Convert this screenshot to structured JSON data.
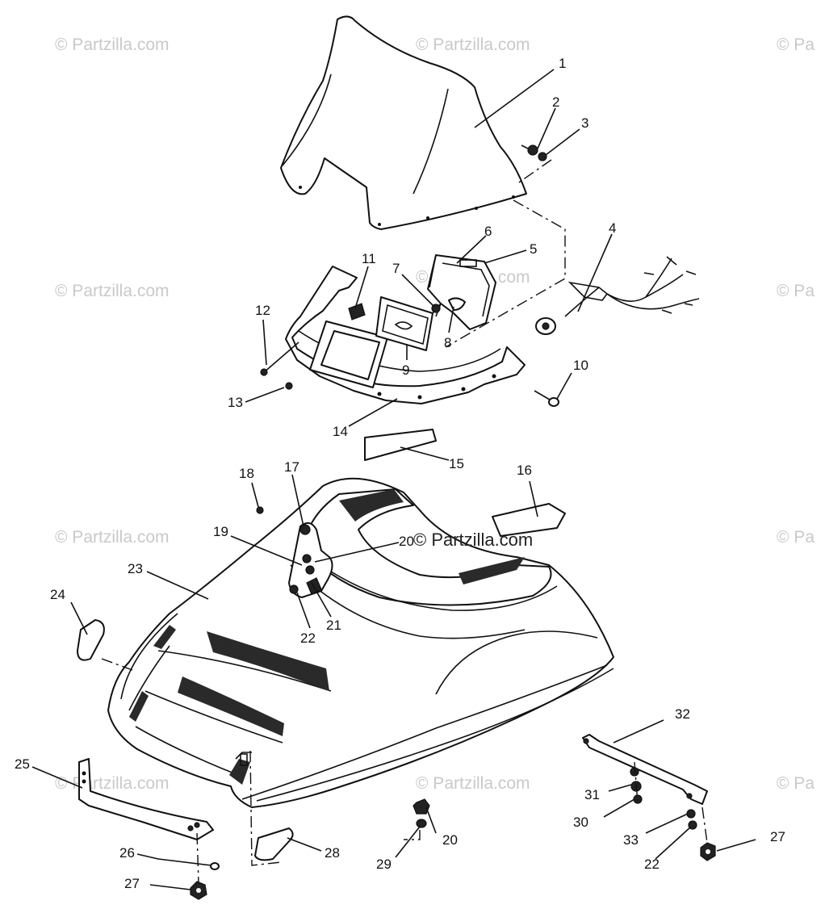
{
  "watermark": {
    "text": "© Partzilla.com",
    "edge_text": "© Pa",
    "main_text": "© Partzilla.com"
  },
  "callouts": [
    "1",
    "2",
    "3",
    "4",
    "5",
    "6",
    "7",
    "8",
    "9",
    "10",
    "11",
    "12",
    "13",
    "14",
    "15",
    "16",
    "17",
    "18",
    "19",
    "20",
    "21",
    "22",
    "23",
    "24",
    "25",
    "26",
    "27",
    "20",
    "22",
    "27",
    "28",
    "29",
    "30",
    "31",
    "32",
    "33"
  ]
}
